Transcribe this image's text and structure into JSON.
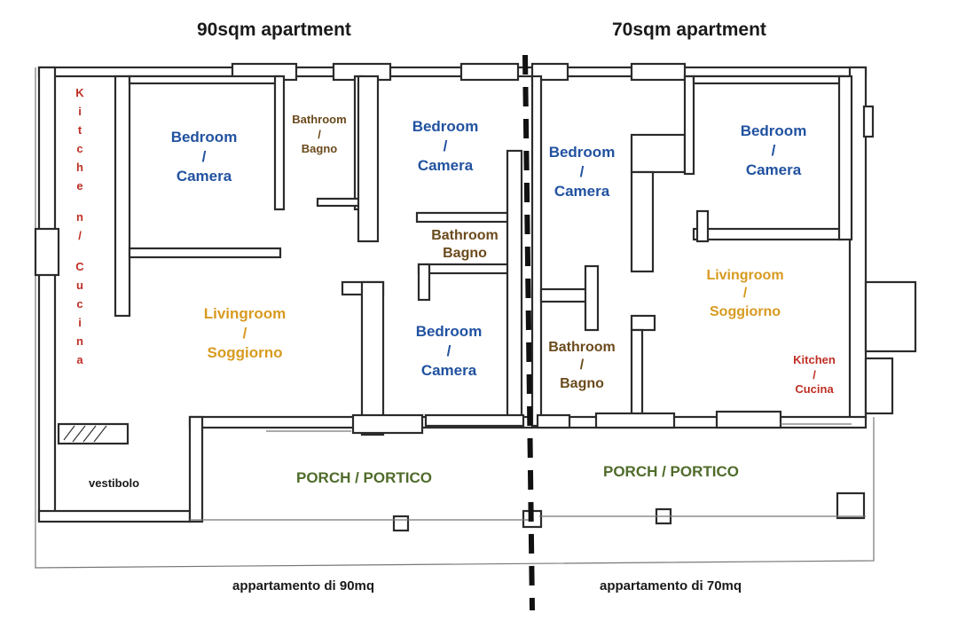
{
  "headings": {
    "left": "90sqm apartment",
    "right": "70sqm apartment"
  },
  "footers": {
    "left": "appartamento di 90mq",
    "right": "appartamento di 70mq"
  },
  "colors": {
    "bedroom": "#2152a0",
    "bathroom": "#6b4a1c",
    "living": "#d89a20",
    "kitchen": "#bf2f25",
    "porch": "#4f6b2a",
    "wall": "#2b2b2b",
    "divider": "#111111"
  },
  "rooms": {
    "kitchen_left_vertical": [
      "K",
      "i",
      "t",
      "c",
      "h",
      "e",
      "n",
      "/",
      "C",
      "u",
      "c",
      "i",
      "n",
      "a"
    ],
    "bedroom_1": [
      "Bedroom",
      "/",
      "Camera"
    ],
    "bathroom_1": [
      "Bathroom",
      "/",
      "Bagno"
    ],
    "bedroom_2": [
      "Bedroom",
      "/",
      "Camera"
    ],
    "bathroom_2": [
      "Bathroom",
      "Bagno"
    ],
    "bedroom_3": [
      "Bedroom",
      "/",
      "Camera"
    ],
    "living_1": [
      "Livingroom",
      "/",
      "Soggiorno"
    ],
    "vestibolo": "vestibolo",
    "porch_1": "PORCH / PORTICO",
    "bedroom_4": [
      "Bedroom",
      "/",
      "Camera"
    ],
    "bedroom_5": [
      "Bedroom",
      "/",
      "Camera"
    ],
    "living_2": [
      "Livingroom",
      "/",
      "Soggiorno"
    ],
    "bathroom_3": [
      "Bathroom",
      "/",
      "Bagno"
    ],
    "kitchen_2": [
      "Kitchen",
      "/",
      "Cucina"
    ],
    "porch_2": "PORCH / PORTICO"
  }
}
